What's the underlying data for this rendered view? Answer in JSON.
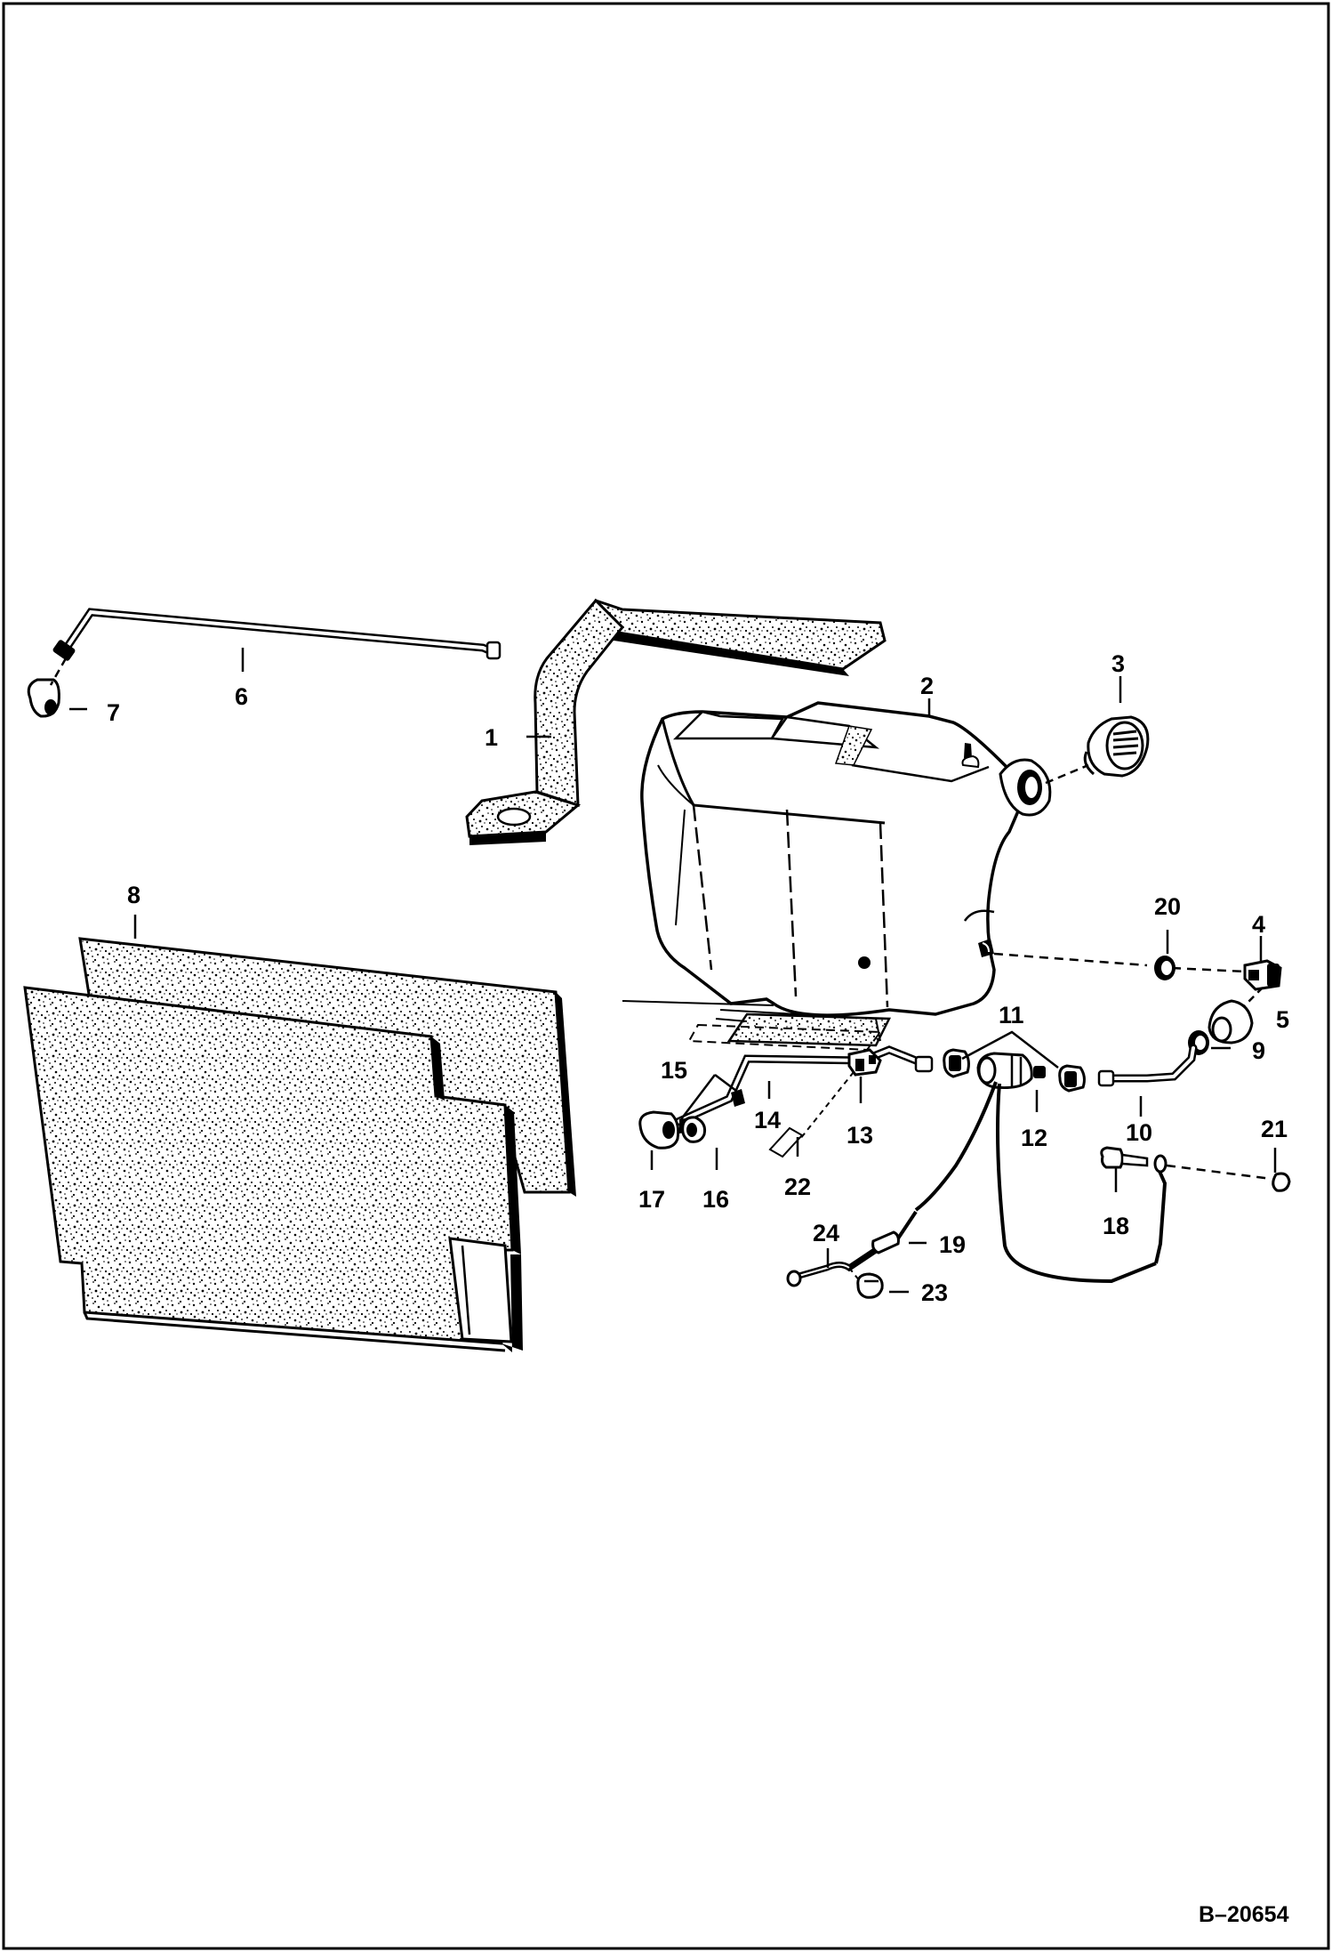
{
  "figure_id": "B–20654",
  "callouts": [
    {
      "id": "c1",
      "label": "1",
      "part": "bracket"
    },
    {
      "id": "c2",
      "label": "2",
      "part": "tank"
    },
    {
      "id": "c3",
      "label": "3",
      "part": "cap"
    },
    {
      "id": "c4",
      "label": "4",
      "part": "fitting"
    },
    {
      "id": "c5",
      "label": "5",
      "part": "fitting"
    },
    {
      "id": "c6",
      "label": "6",
      "part": "tube"
    },
    {
      "id": "c7",
      "label": "7",
      "part": "fitting"
    },
    {
      "id": "c8",
      "label": "8",
      "part": "pads"
    },
    {
      "id": "c9",
      "label": "9",
      "part": "grommet"
    },
    {
      "id": "c10",
      "label": "10",
      "part": "tube"
    },
    {
      "id": "c11",
      "label": "11",
      "part": "fittings"
    },
    {
      "id": "c12",
      "label": "12",
      "part": "sender"
    },
    {
      "id": "c13",
      "label": "13",
      "part": "clamp"
    },
    {
      "id": "c14",
      "label": "14",
      "part": "tube"
    },
    {
      "id": "c15",
      "label": "15",
      "part": "clamps"
    },
    {
      "id": "c16",
      "label": "16",
      "part": "hose"
    },
    {
      "id": "c17",
      "label": "17",
      "part": "fitting"
    },
    {
      "id": "c18",
      "label": "18",
      "part": "bolt"
    },
    {
      "id": "c19",
      "label": "19",
      "part": "connector"
    },
    {
      "id": "c20",
      "label": "20",
      "part": "grommet"
    },
    {
      "id": "c21",
      "label": "21",
      "part": "nut"
    },
    {
      "id": "c22",
      "label": "22",
      "part": "strap"
    },
    {
      "id": "c23",
      "label": "23",
      "part": "clip"
    },
    {
      "id": "c24",
      "label": "24",
      "part": "wire"
    }
  ]
}
